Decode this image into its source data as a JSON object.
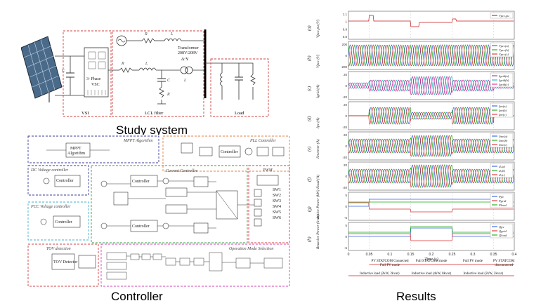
{
  "captions": {
    "study": "Study system",
    "controller": "Controller",
    "results": "Results"
  },
  "study": {
    "cdc": "C",
    "cdc_sub": "dc",
    "vsc": [
      "3- Phase",
      "VSC"
    ],
    "rg": "R",
    "lg": "L",
    "rf": "R",
    "lf": "L",
    "cf": "C",
    "rd": "R",
    "lt": "L",
    "transformer": [
      "Transformer",
      "208V/208V",
      "Δ:Y"
    ],
    "vsi": "VSI",
    "lcl": "LCL filter",
    "load": "Load"
  },
  "controller": {
    "mppt": "MPPT Algorithm",
    "pll": "PLL Controller",
    "dcv": "DC Voltage controller",
    "current": "Current Controller",
    "pwm": "PWM",
    "pccv": "PCC Voltage controller",
    "tov": "TOV detection",
    "mode": "Operation Mode Selection",
    "algorithm": "Algorithm",
    "mppt_block": "MPPT",
    "controller_block": "Controller",
    "detector": "TOV Detector",
    "switches": [
      "SW1",
      "SW2",
      "SW3",
      "SW4",
      "SW5",
      "SW6"
    ]
  },
  "results": {
    "panels": [
      {
        "tag": "(a)",
        "ylabel": "Vpcc,pu (V)",
        "legend": [
          "Vpcc,pu"
        ],
        "colors": [
          "#c00000"
        ],
        "ticks": [
          "1.1",
          "1",
          "0.9",
          "0.8"
        ]
      },
      {
        "tag": "(b)",
        "ylabel": "Vpcc (V)",
        "legend": [
          "Vpcc(a)",
          "Vpcc(b)",
          "Vpcc(c)"
        ],
        "colors": [
          "#1f4fd8",
          "#00a000",
          "#d81a1a"
        ],
        "ticks": [
          "200",
          "0",
          "-200"
        ]
      },
      {
        "tag": "(c)",
        "ylabel": "Igrid (A)",
        "legend": [
          "Igrid(a)",
          "Igrid(b)",
          "Igrid(c)"
        ],
        "colors": [
          "#7030a0",
          "#00b0b0",
          "#e0108a"
        ],
        "ticks": [
          "20",
          "0",
          "-20"
        ]
      },
      {
        "tag": "(d)",
        "ylabel": "Ipv (A)",
        "legend": [
          "Ipv(a)",
          "Ipv(b)",
          "Ipv(c)"
        ],
        "colors": [
          "#1f4fd8",
          "#00a000",
          "#d81a1a"
        ],
        "ticks": [
          "20",
          "0",
          "-20"
        ]
      },
      {
        "tag": "(e)",
        "ylabel": "Iinverter (A)",
        "legend": [
          "Iinv(a)",
          "Iinv(b)",
          "Iinv(c)"
        ],
        "colors": [
          "#1f4fd8",
          "#00a000",
          "#d81a1a"
        ],
        "ticks": [
          "20",
          "0",
          "-20"
        ]
      },
      {
        "tag": "(f)",
        "ylabel": "Iload (A)",
        "legend": [
          "iL(a)",
          "iL(b)",
          "iL(c)"
        ],
        "colors": [
          "#1f4fd8",
          "#00a000",
          "#d81a1a"
        ],
        "ticks": [
          "20",
          "0",
          "-20"
        ]
      },
      {
        "tag": "(g)",
        "ylabel": "Active Power (kW)",
        "legend": [
          "Ppv",
          "Pgrid",
          "Pload"
        ],
        "colors": [
          "#1f4fd8",
          "#d81a1a",
          "#00a000"
        ],
        "ticks": [
          "5",
          "0",
          "-5"
        ]
      },
      {
        "tag": "(h)",
        "ylabel": "Reactive Power (kvar)",
        "legend": [
          "Qpv",
          "Qgrid",
          "Qload"
        ],
        "colors": [
          "#1f4fd8",
          "#d81a1a",
          "#00a000"
        ],
        "ticks": [
          "5",
          "0",
          "-5"
        ]
      }
    ],
    "time_ticks": [
      "0",
      "0.05",
      "0.1",
      "0.15",
      "0.2",
      "0.25",
      "0.3",
      "0.35",
      "0.4"
    ],
    "time_label": "Time (s)",
    "modes": [
      [
        "PV STATCOM Connected",
        "Full PV mode"
      ],
      [
        "Full STATCOM mode"
      ],
      [
        "Full PV mode"
      ],
      [
        "PV STATCOM",
        "disconnected"
      ]
    ],
    "loads": [
      "Inductive load (2kW, 2kvar)",
      "Inductive load (4kW, 8kvar)",
      "Inductive load (2kW, 2kvar)"
    ]
  }
}
